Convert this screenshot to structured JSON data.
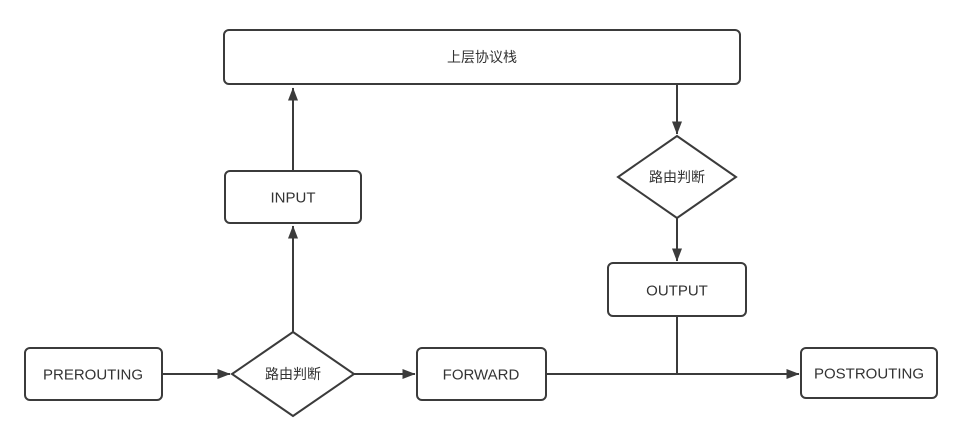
{
  "diagram": {
    "type": "flowchart",
    "nodes": {
      "upper_protocol_stack": {
        "label": "上层协议栈",
        "shape": "rectangle"
      },
      "input": {
        "label": "INPUT",
        "shape": "rectangle"
      },
      "route_decision_top": {
        "label": "路由判断",
        "shape": "diamond"
      },
      "output": {
        "label": "OUTPUT",
        "shape": "rectangle"
      },
      "prerouting": {
        "label": "PREROUTING",
        "shape": "rectangle"
      },
      "route_decision_bottom": {
        "label": "路由判断",
        "shape": "diamond"
      },
      "forward": {
        "label": "FORWARD",
        "shape": "rectangle"
      },
      "postrouting": {
        "label": "POSTROUTING",
        "shape": "rectangle"
      }
    },
    "edges": [
      {
        "from": "prerouting",
        "to": "route_decision_bottom",
        "arrow": true
      },
      {
        "from": "route_decision_bottom",
        "to": "forward",
        "arrow": true
      },
      {
        "from": "route_decision_bottom",
        "to": "input",
        "arrow": true
      },
      {
        "from": "input",
        "to": "upper_protocol_stack",
        "arrow": true
      },
      {
        "from": "upper_protocol_stack",
        "to": "route_decision_top",
        "arrow": true
      },
      {
        "from": "route_decision_top",
        "to": "output",
        "arrow": true
      },
      {
        "from": "output",
        "to": "forward_postrouting_line",
        "arrow": false
      },
      {
        "from": "forward",
        "to": "postrouting",
        "arrow": true
      }
    ],
    "colors": {
      "stroke": "#3b3b3b",
      "node_fill": "#ffffff",
      "text": "#333333",
      "background": "#ffffff"
    }
  }
}
